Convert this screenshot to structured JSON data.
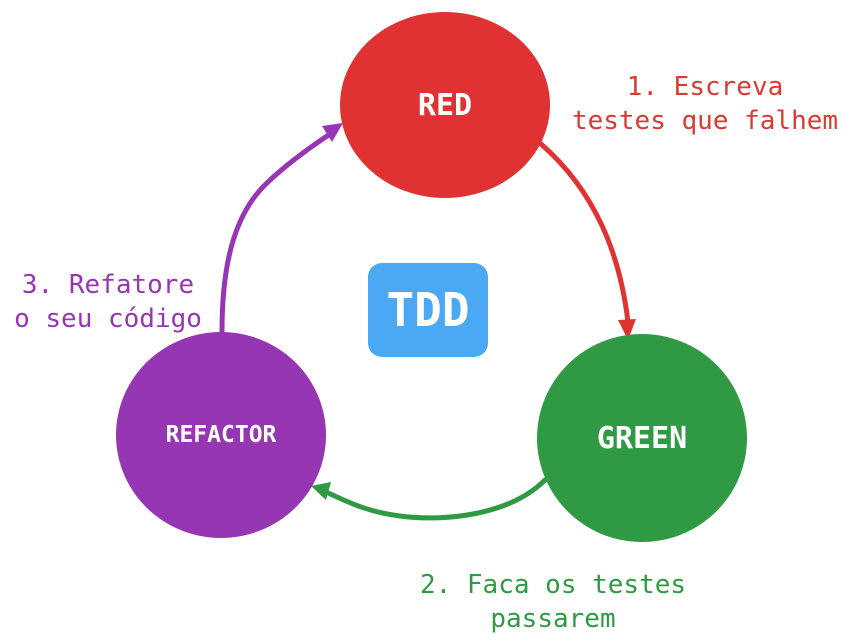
{
  "center": {
    "label": "TDD",
    "color": "#4aa8f5"
  },
  "nodes": {
    "red": {
      "label": "RED",
      "color": "#e03232"
    },
    "green": {
      "label": "GREEN",
      "color": "#2f9a43"
    },
    "refactor": {
      "label": "REFACTOR",
      "color": "#9636b3"
    }
  },
  "steps": {
    "red": {
      "line1": "1. Escreva",
      "line2": "testes que falhem"
    },
    "green": {
      "line1": "2. Faca os testes",
      "line2": "passarem"
    },
    "refactor": {
      "line1": "3. Refatore",
      "line2": "o seu código"
    }
  }
}
